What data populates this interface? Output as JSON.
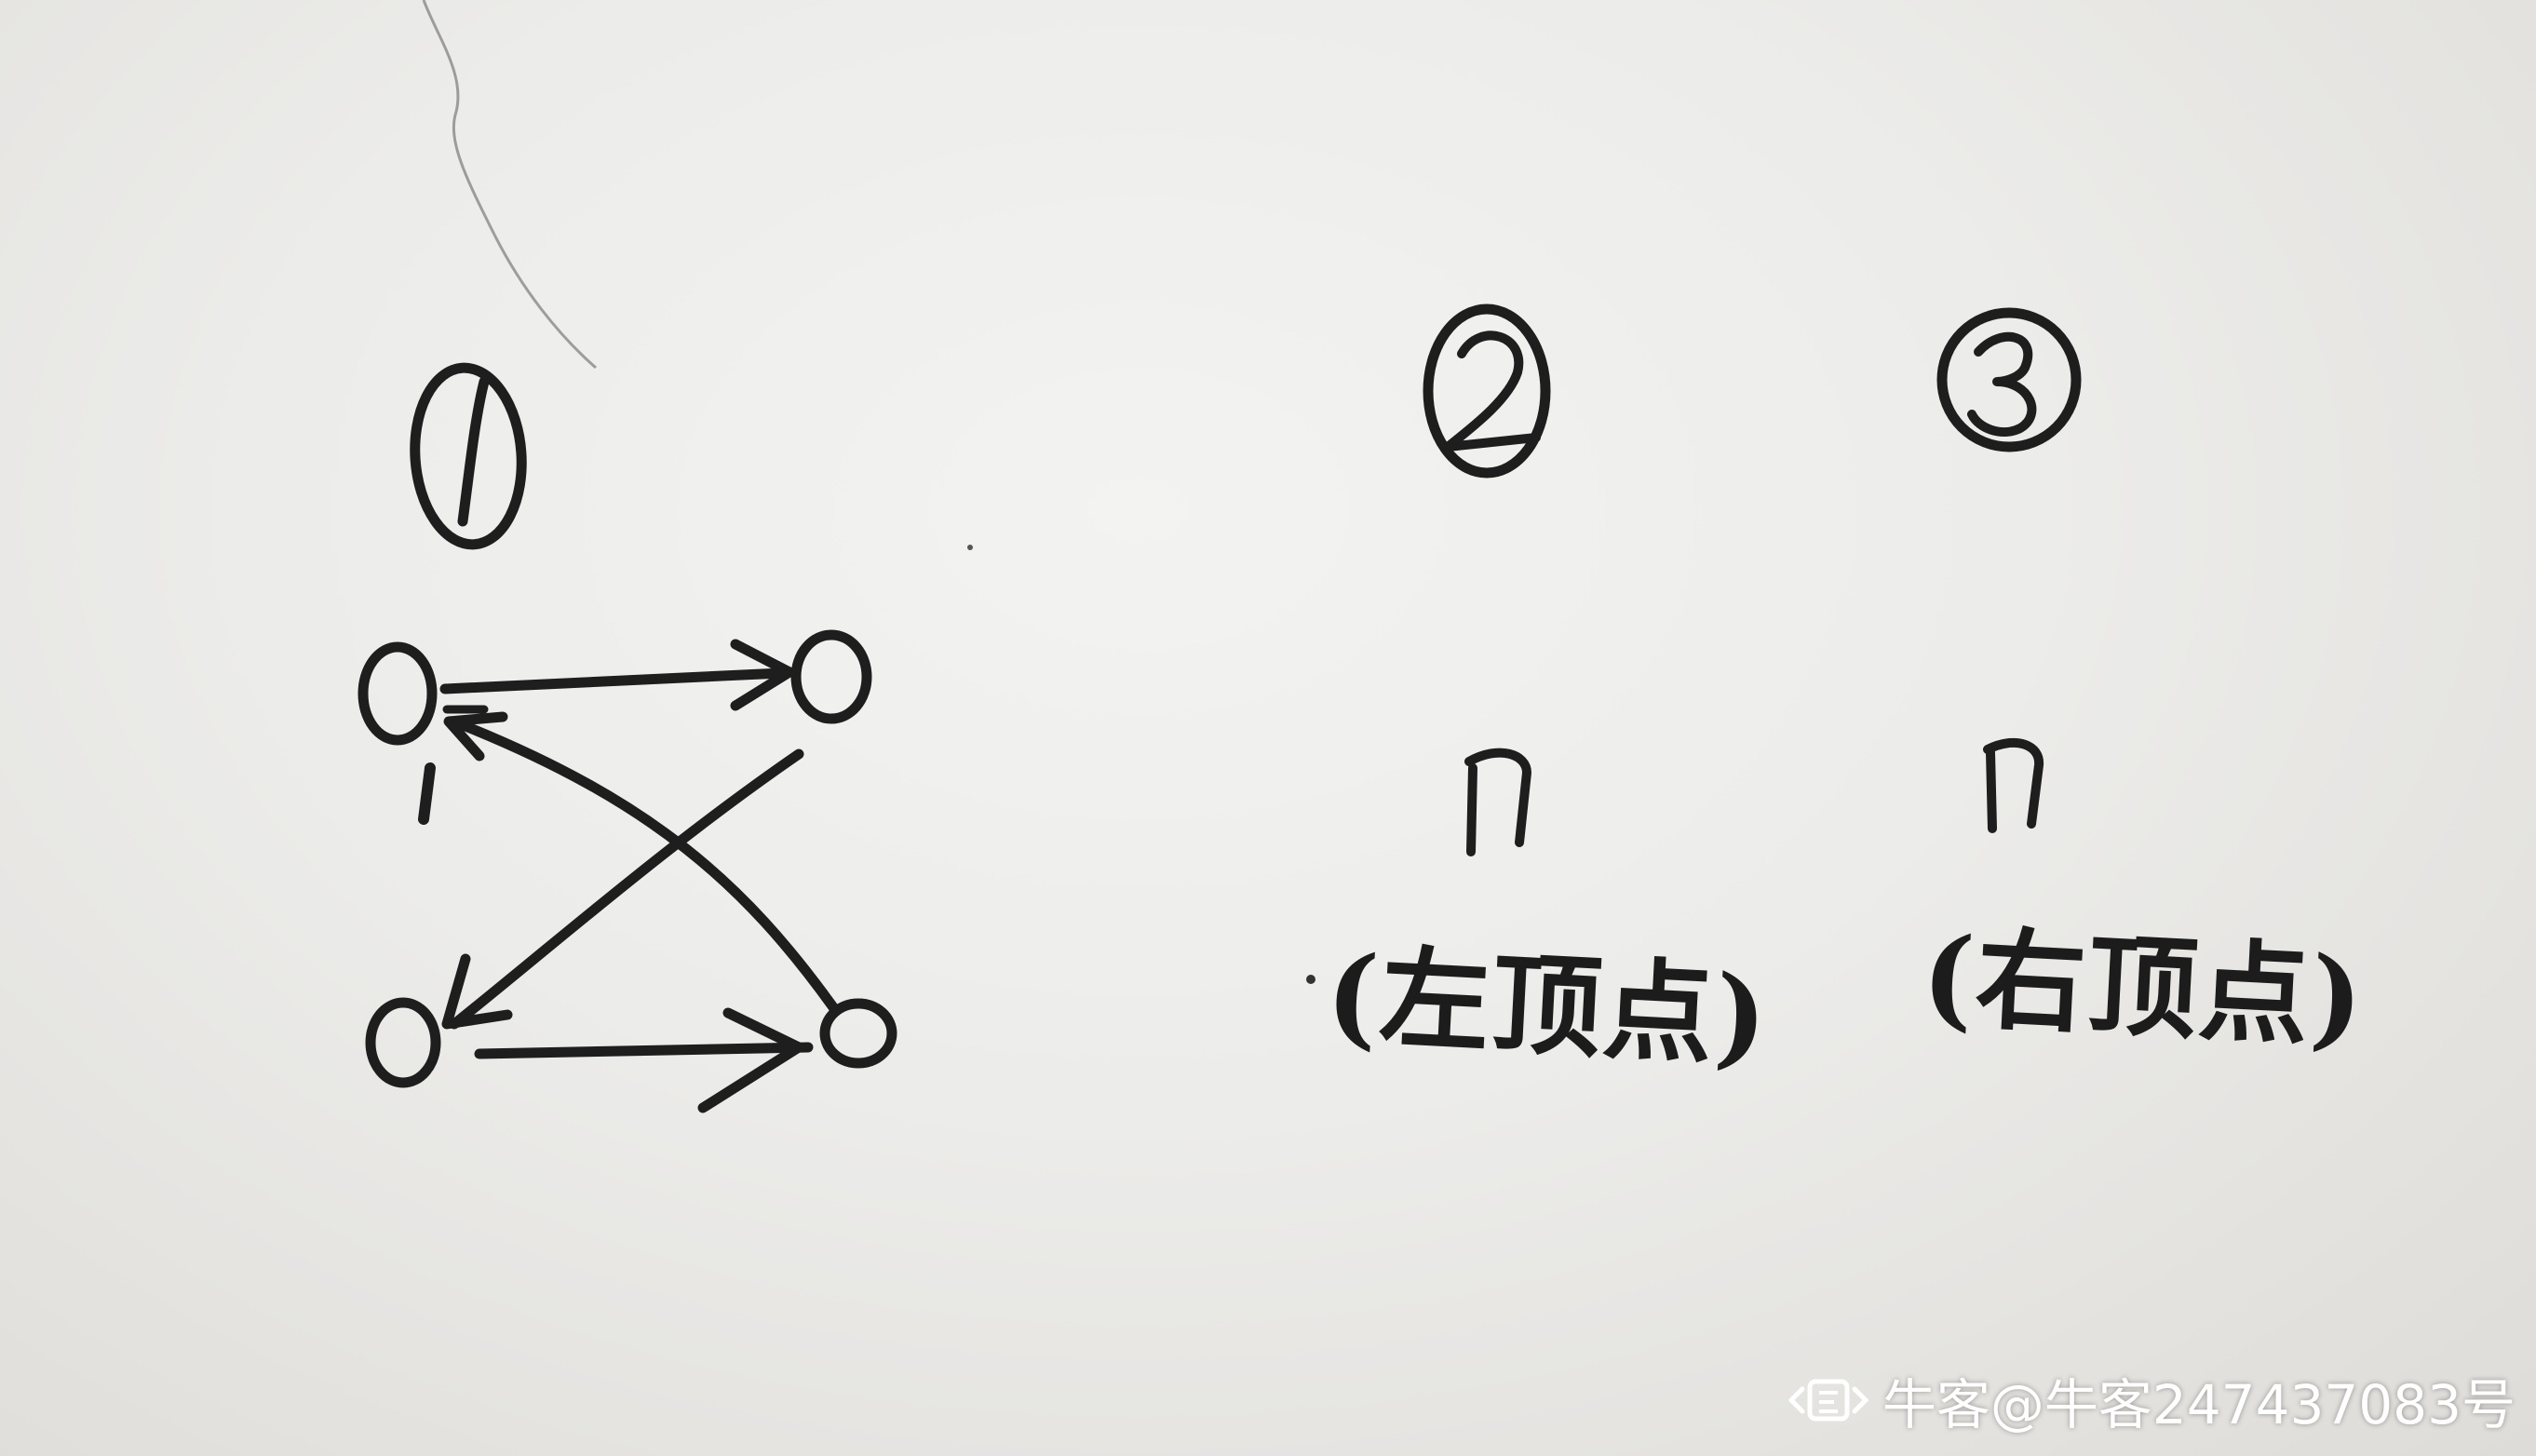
{
  "figures": [
    {
      "marker": "1"
    },
    {
      "marker": "2",
      "caption": "(左顶点)"
    },
    {
      "marker": "3",
      "caption": "(右顶点)"
    }
  ],
  "watermark": {
    "text": "牛客@牛客247437083号",
    "icon": "nowcoder-logo-icon"
  },
  "colors": {
    "paper": "#ececea",
    "ink": "#1e1e1e",
    "watermark": "#ffffff"
  }
}
